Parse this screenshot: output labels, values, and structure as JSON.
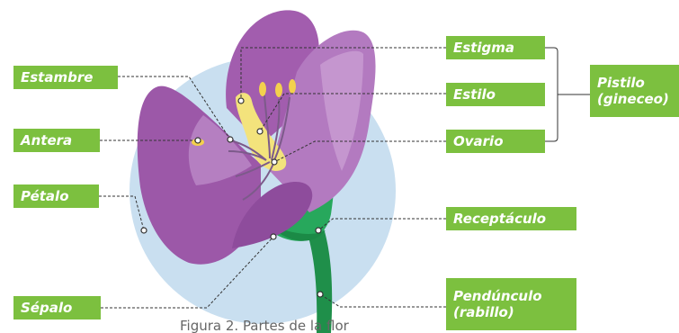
{
  "labels": {
    "estambre": "Estambre",
    "antera": "Antera",
    "petalo": "Pétalo",
    "sepalo": "Sépalo",
    "estigma": "Estigma",
    "estilo": "Estilo",
    "ovario": "Ovario",
    "pistilo_line1": "Pistilo",
    "pistilo_line2": "(gineceo)",
    "receptaculo": "Receptáculo",
    "penduncula_line1": "Pendúnculo",
    "penduncula_line2": "(rabillo)"
  },
  "caption": "Figura 2. Partes de la flor",
  "colors": {
    "label_bg": "#7cc03f",
    "petal_dark": "#9b5aa6",
    "petal_light": "#b97cc4",
    "circle_bg": "#c9dff0",
    "stem": "#23a45a",
    "pistil": "#f3e37c",
    "line": "#333333"
  }
}
